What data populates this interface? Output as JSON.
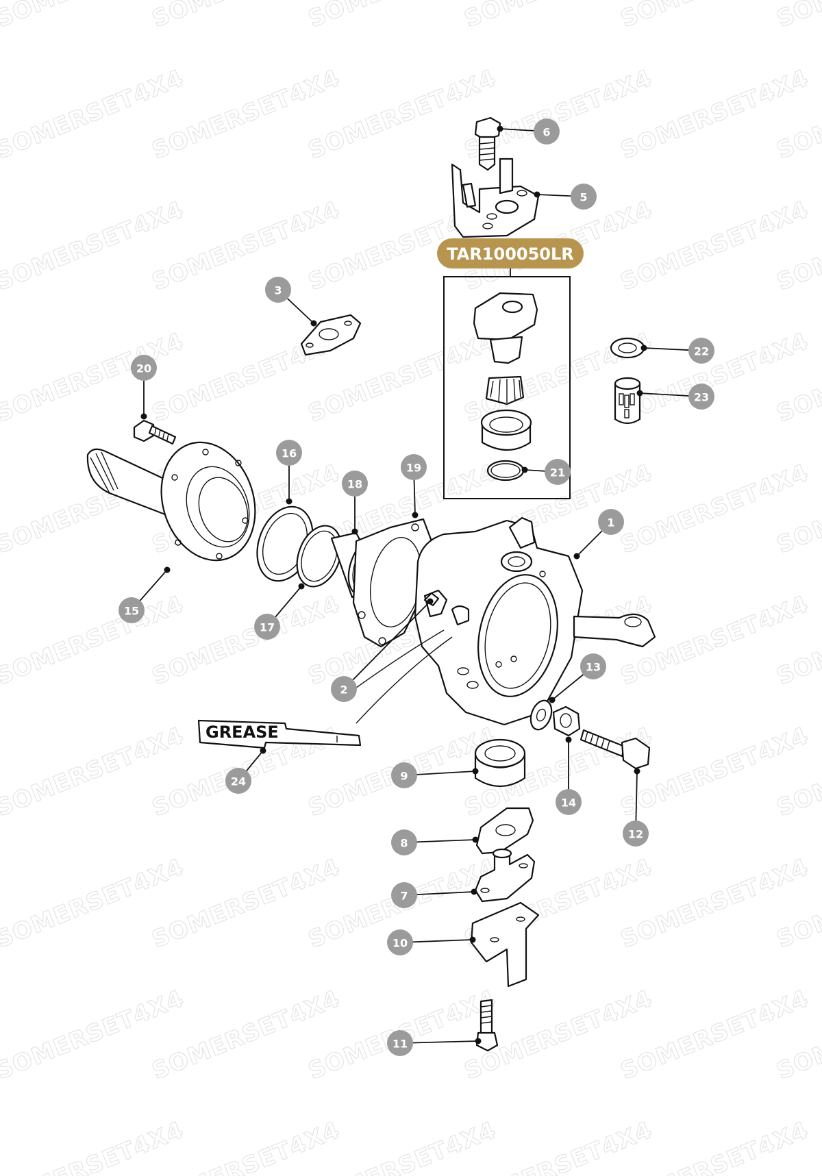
{
  "watermark": {
    "text": "SOMERSET4X4",
    "color": "#e6e6e6"
  },
  "kit": {
    "part_number": "TAR100050LR",
    "badge_color": "#b8954f"
  },
  "grease_label": "GREASE",
  "callouts": [
    {
      "number": "1",
      "part": "swivel-housing"
    },
    {
      "number": "2",
      "part": "grease-nipple"
    },
    {
      "number": "3",
      "part": "shim-gasket"
    },
    {
      "number": "5",
      "part": "upper-swivel-pin-bracket"
    },
    {
      "number": "6",
      "part": "bolt"
    },
    {
      "number": "7",
      "part": "lower-swivel-pin"
    },
    {
      "number": "8",
      "part": "lower-shim"
    },
    {
      "number": "9",
      "part": "bearing"
    },
    {
      "number": "10",
      "part": "lock-plate"
    },
    {
      "number": "11",
      "part": "bolt"
    },
    {
      "number": "12",
      "part": "lock-stop-bolt"
    },
    {
      "number": "13",
      "part": "washer"
    },
    {
      "number": "14",
      "part": "nut"
    },
    {
      "number": "15",
      "part": "stub-axle"
    },
    {
      "number": "16",
      "part": "oil-seal"
    },
    {
      "number": "17",
      "part": "seal-ring"
    },
    {
      "number": "18",
      "part": "bush"
    },
    {
      "number": "19",
      "part": "gasket"
    },
    {
      "number": "20",
      "part": "bolt"
    },
    {
      "number": "21",
      "part": "o-ring"
    },
    {
      "number": "22",
      "part": "seal"
    },
    {
      "number": "23",
      "part": "needle-bearing"
    },
    {
      "number": "24",
      "part": "grease-label"
    }
  ],
  "colors": {
    "callout": "#9b9b9b",
    "line": "#111111"
  }
}
